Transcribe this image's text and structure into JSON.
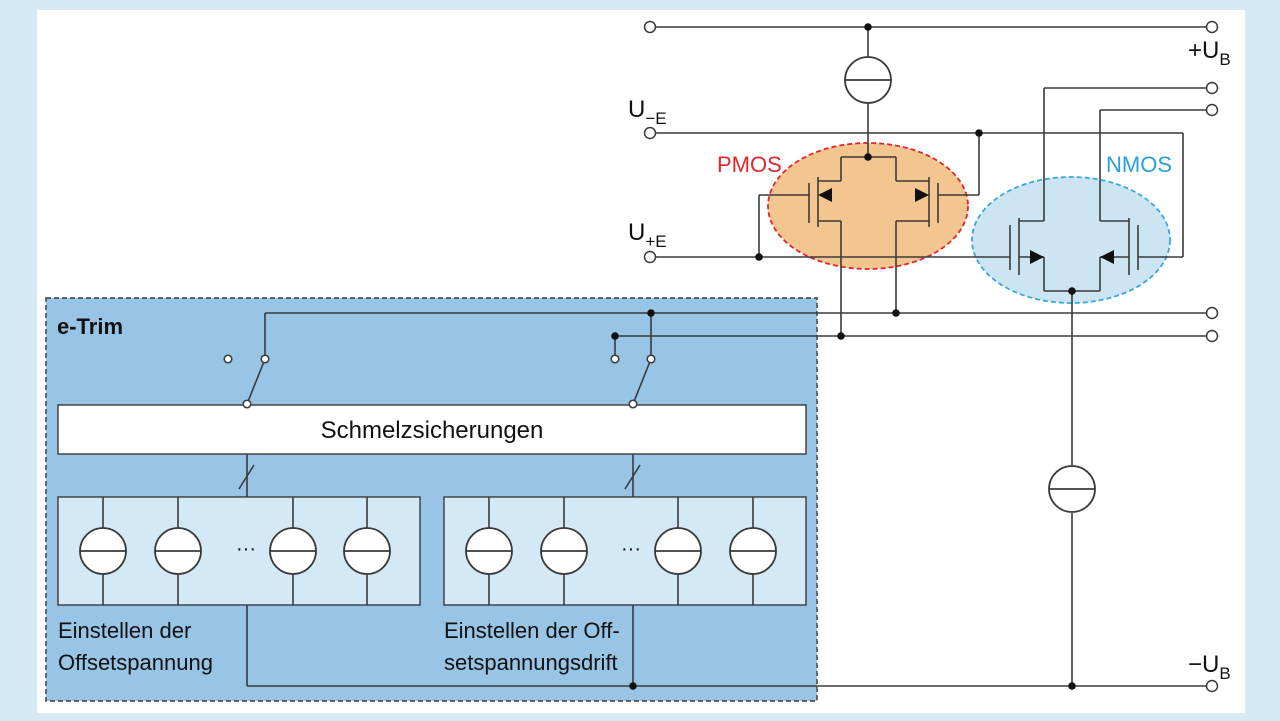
{
  "diagram": {
    "labels": {
      "ub_plus": "+U",
      "ub_minus": "−U",
      "ub_sub": "B",
      "u_minus_e": "U",
      "u_minus_e_sub": "−E",
      "u_plus_e": "U",
      "u_plus_e_sub": "+E",
      "pmos": "PMOS",
      "nmos": "NMOS",
      "etrim": "e-Trim",
      "fuses": "Schmelzsicherungen",
      "ellipsis_left": "···",
      "ellipsis_right": "···",
      "offset_caption_1": "Einstellen der",
      "offset_caption_2": "Offsetspannung",
      "drift_caption_1": "Einstellen der Off-",
      "drift_caption_2": "setspannungsdrift"
    },
    "colors": {
      "background": "#d6eaf5",
      "canvas": "#ffffff",
      "etrim_fill": "#98c4e6",
      "bank_fill": "#d4e9f6",
      "pmos_fill": "#f4c68f",
      "pmos_border": "#e2262e",
      "nmos_fill": "#cde4f3",
      "nmos_border": "#3aa8dd",
      "pmos_text": "#e2262e",
      "nmos_text": "#2a9fd9",
      "wire": "#3a3a3a"
    }
  }
}
